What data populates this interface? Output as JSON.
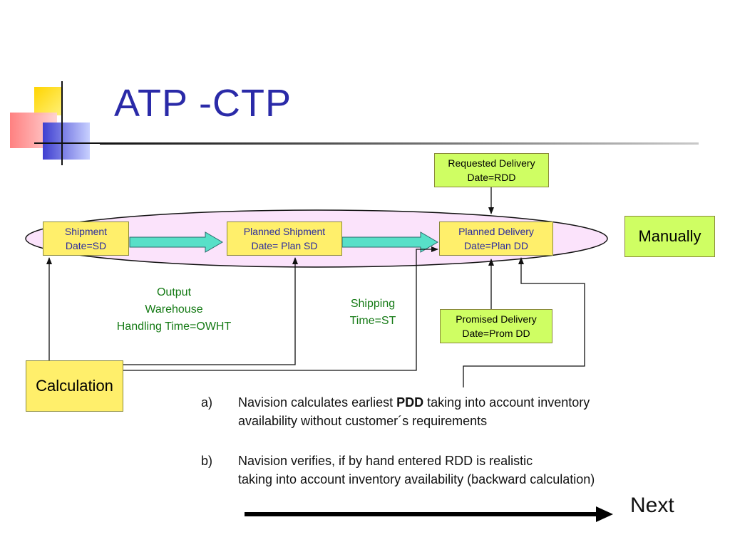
{
  "title": "ATP -CTP",
  "boxes": {
    "shipment": "Shipment\nDate=SD",
    "planned_shipment": "Planned Shipment\nDate= Plan SD",
    "planned_delivery": "Planned Delivery\nDate=Plan DD",
    "requested_delivery": "Requested Delivery\nDate=RDD",
    "promised_delivery": "Promised Delivery\nDate=Prom DD",
    "manually": "Manually",
    "calculation": "Calculation"
  },
  "labels": {
    "owht": "Output\nWarehouse\nHandling Time=OWHT",
    "shipping": "Shipping\nTime=ST"
  },
  "notes": {
    "a_mark": "a)",
    "a_before": "Navision calculates earliest ",
    "a_bold": "PDD",
    "a_after": " taking into account inventory",
    "a_line2": "availability without  customer´s requirements",
    "b_mark": "b)",
    "b_line1": "Navision verifies, if by hand entered RDD is realistic",
    "b_line2": "taking into account inventory availability (backward calculation)"
  },
  "next_label": "Next",
  "colors": {
    "title": "#2a2aa8",
    "box_yellow": "#ffef6b",
    "box_green": "#cffe63",
    "ellipse_fill": "#fbe3fb",
    "flow_arrow": "#58e0c8",
    "label_green": "#157a15"
  }
}
